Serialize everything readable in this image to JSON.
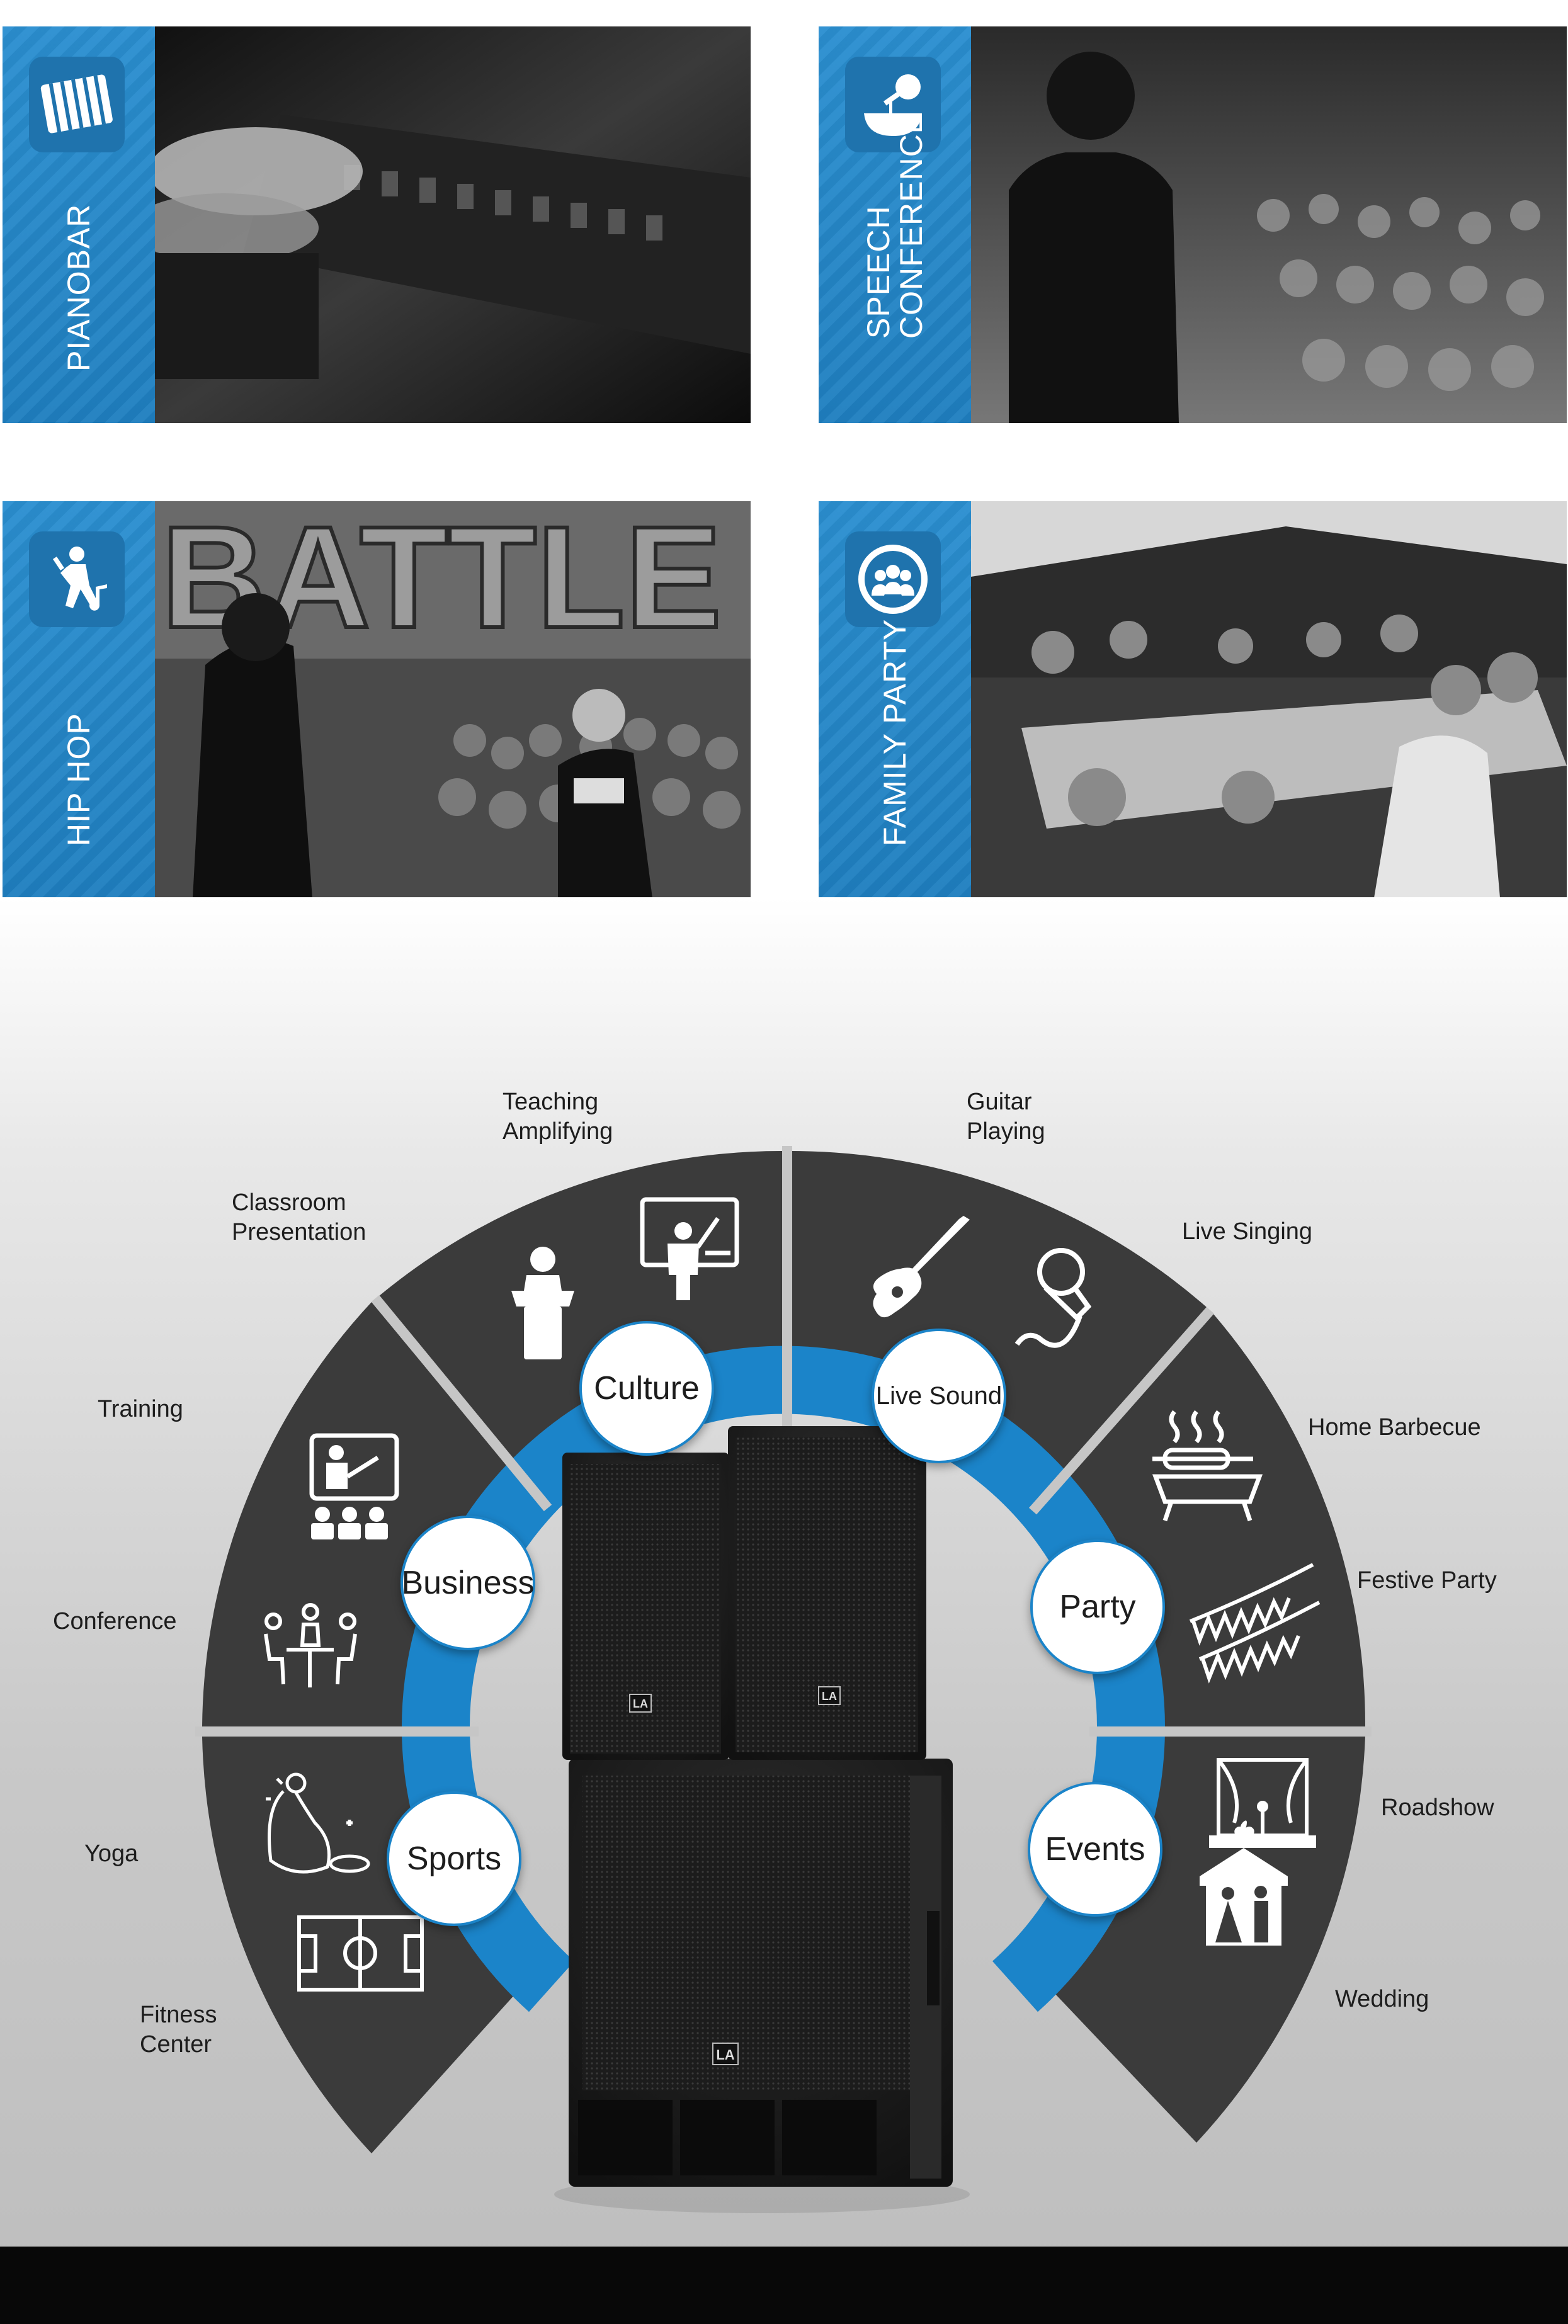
{
  "cards": [
    {
      "id": "pianobar",
      "lines": [
        "PIANOBAR"
      ],
      "icon": "piano-keys-icon"
    },
    {
      "id": "speech",
      "lines": [
        "SPEECH",
        "CONFERENCE"
      ],
      "icon": "microphone-podium-icon"
    },
    {
      "id": "hiphop",
      "lines": [
        "HIP HOP"
      ],
      "icon": "dancer-icon"
    },
    {
      "id": "family",
      "lines": [
        "FAMILY PARTY"
      ],
      "icon": "group-people-icon"
    }
  ],
  "hubs": {
    "culture": "Culture",
    "live_sound": "Live Sound",
    "business": "Business",
    "party": "Party",
    "sports": "Sports",
    "events": "Events"
  },
  "labels": {
    "teaching": [
      "Teaching",
      "Amplifying"
    ],
    "guitar": [
      "Guitar",
      "Playing"
    ],
    "classroom": [
      "Classroom",
      "Presentation"
    ],
    "live_singing": "Live Singing",
    "training": "Training",
    "home_barbecue": "Home Barbecue",
    "conference": "Conference",
    "festive_party": "Festive Party",
    "roadshow": "Roadshow",
    "yoga": "Yoga",
    "fitness": [
      "Fitness",
      "Center"
    ],
    "wedding": "Wedding"
  },
  "colors": {
    "accent": "#1b84c9",
    "wedge": "#3b3b3b",
    "band": "#2a8dcf"
  },
  "brand_mark": "LA"
}
